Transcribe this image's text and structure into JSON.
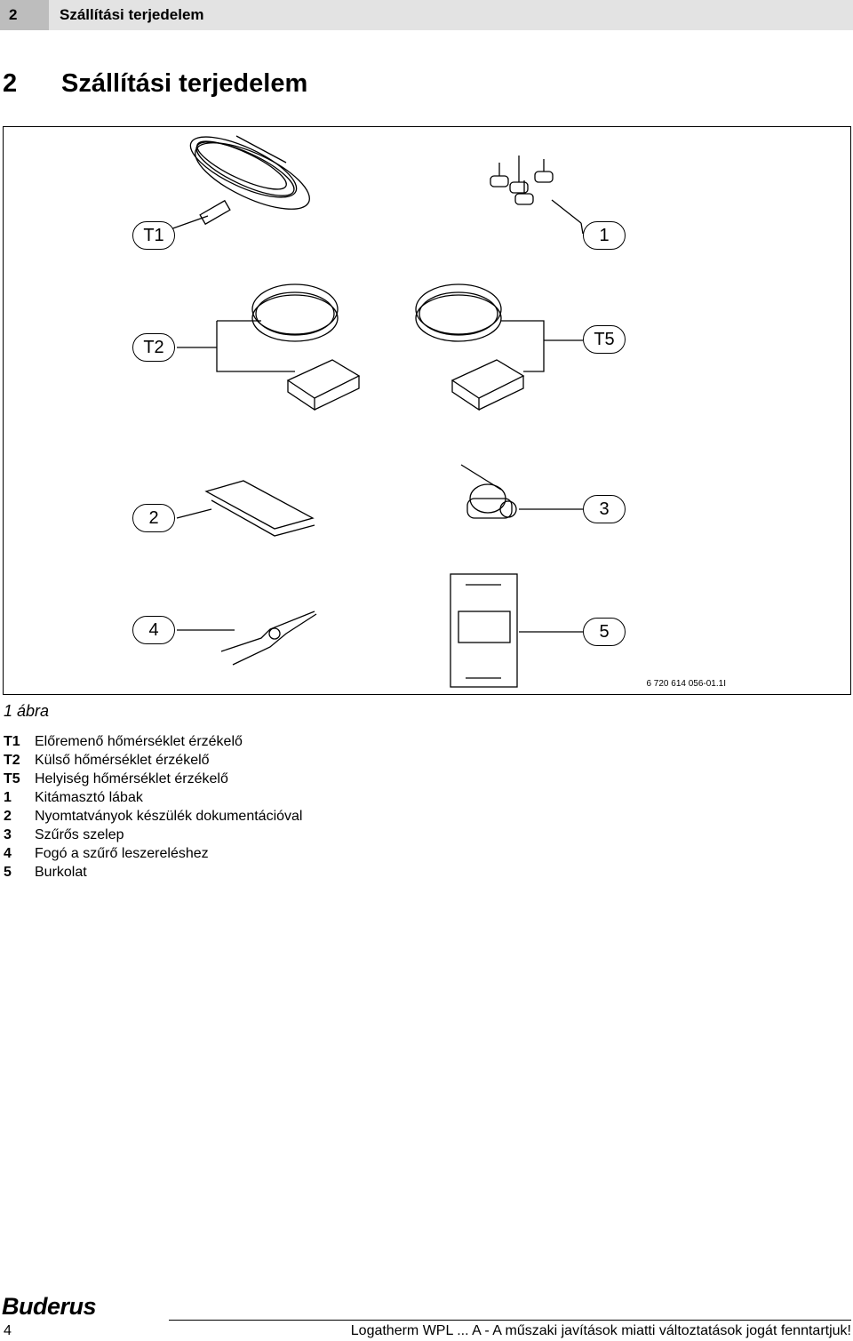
{
  "header": {
    "number": "2",
    "title": "Szállítási terjedelem"
  },
  "section": {
    "number": "2",
    "title": "Szállítási terjedelem"
  },
  "figure": {
    "callouts": [
      "T1",
      "1",
      "T2",
      "T5",
      "2",
      "3",
      "4",
      "5"
    ],
    "code": "6 720 614 056-01.1I",
    "caption": "1 ábra"
  },
  "legend": [
    {
      "key": "T1",
      "text": "Előremenő hőmérséklet érzékelő"
    },
    {
      "key": "T2",
      "text": "Külső hőmérséklet érzékelő"
    },
    {
      "key": "T5",
      "text": "Helyiség hőmérséklet érzékelő"
    },
    {
      "key": "1",
      "text": "Kitámasztó lábak"
    },
    {
      "key": "2",
      "text": "Nyomtatványok készülék dokumentációval"
    },
    {
      "key": "3",
      "text": "Szűrős szelep"
    },
    {
      "key": "4",
      "text": "Fogó a szűrő leszereléshez"
    },
    {
      "key": "5",
      "text": "Burkolat"
    }
  ],
  "footer": {
    "logo": "Buderus",
    "page": "4",
    "text": "Logatherm WPL ... A - A műszaki javítások miatti változtatások jogát fenntartjuk!"
  }
}
